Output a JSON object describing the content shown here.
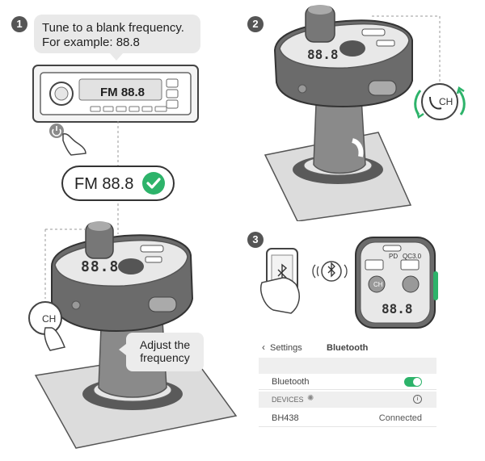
{
  "steps": [
    "1",
    "2",
    "3"
  ],
  "step1": {
    "instruction_line1": "Tune to a blank frequency.",
    "instruction_line2": "For example: 88.8",
    "radio_display": "FM 88.8",
    "confirm_label": "FM 88.8"
  },
  "transmitter": {
    "display": "88.8",
    "ch_button": "CH",
    "adjust_line1": "Adjust the",
    "adjust_line2": "frequency"
  },
  "step3": {
    "port_labels": [
      "PD",
      "QC3.0"
    ],
    "display": "88.8",
    "ch_button": "CH"
  },
  "settings": {
    "back_label": "Settings",
    "title": "Bluetooth",
    "bluetooth_label": "Bluetooth",
    "bluetooth_on": true,
    "devices_header": "DEVICES",
    "device_name": "BH438",
    "device_status": "Connected"
  },
  "colors": {
    "accent_green": "#2db36a",
    "device_gray": "#6b6b6b",
    "ground": "#dcdcdc"
  }
}
